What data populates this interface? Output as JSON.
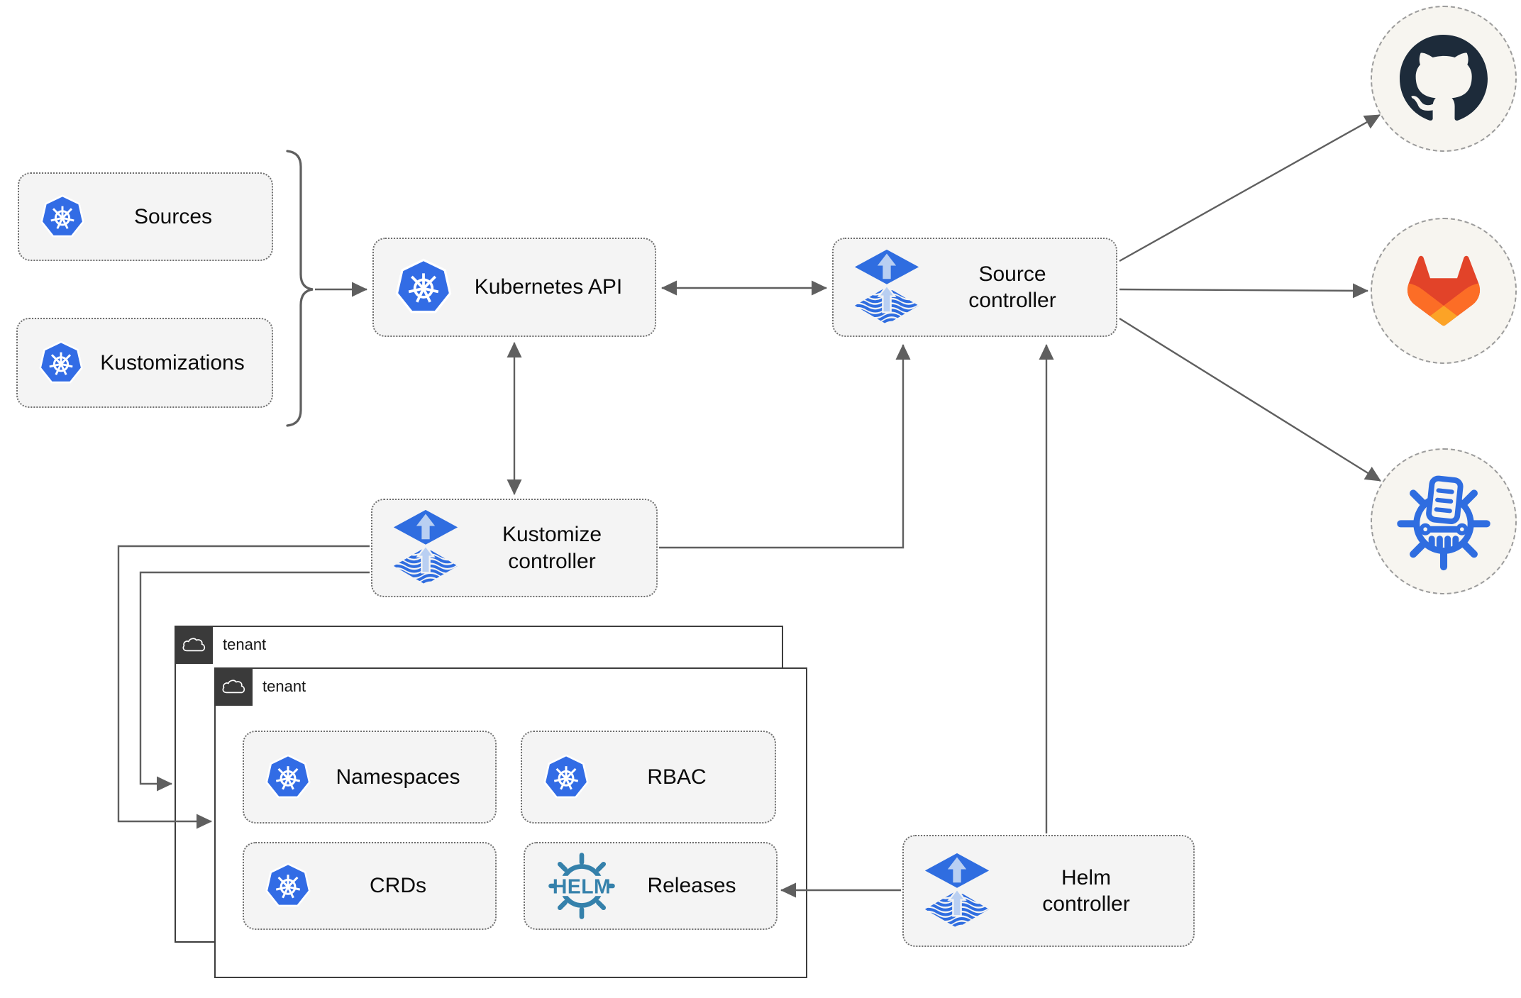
{
  "nodes": {
    "sources": {
      "label": "Sources",
      "icon": "kubernetes-icon"
    },
    "kustomizations": {
      "label": "Kustomizations",
      "icon": "kubernetes-icon"
    },
    "kubernetes_api": {
      "label": "Kubernetes API",
      "icon": "kubernetes-icon"
    },
    "source_controller": {
      "label": "Source controller",
      "icon": "flux-icon"
    },
    "kustomize_controller": {
      "label": "Kustomize controller",
      "icon": "flux-icon"
    },
    "helm_controller": {
      "label": "Helm controller",
      "icon": "flux-icon"
    },
    "namespaces": {
      "label": "Namespaces",
      "icon": "kubernetes-icon"
    },
    "rbac": {
      "label": "RBAC",
      "icon": "kubernetes-icon"
    },
    "crds": {
      "label": "CRDs",
      "icon": "kubernetes-icon"
    },
    "releases": {
      "label": "Releases",
      "icon": "helm-icon",
      "icon_text": "HELM"
    }
  },
  "tenants": {
    "outer": {
      "label": "tenant",
      "icon": "cloud-icon"
    },
    "inner": {
      "label": "tenant",
      "icon": "cloud-icon"
    }
  },
  "endpoints": {
    "github": {
      "icon": "github-icon"
    },
    "gitlab": {
      "icon": "gitlab-icon"
    },
    "registry": {
      "icon": "ship-wheel-document-icon"
    }
  },
  "colors": {
    "kubernetes_blue": "#326ce5",
    "flux_blue": "#2f6de0",
    "flux_arrow_light": "#b9cff2",
    "helm_teal": "#3581ab",
    "github_dark": "#1d2b3a",
    "gitlab_red": "#e24329",
    "gitlab_orange": "#fc6d26",
    "gitlab_yellow": "#fca326",
    "line_gray": "#5f5f5f",
    "node_bg": "#f4f4f4",
    "node_border": "#6f6f6f",
    "circle_bg": "#f7f5f0",
    "circle_border": "#9c9c9c",
    "tenant_border": "#3d3d3d",
    "tab_dark": "#3a3a3a",
    "text_dark": "#0a0a0a"
  }
}
